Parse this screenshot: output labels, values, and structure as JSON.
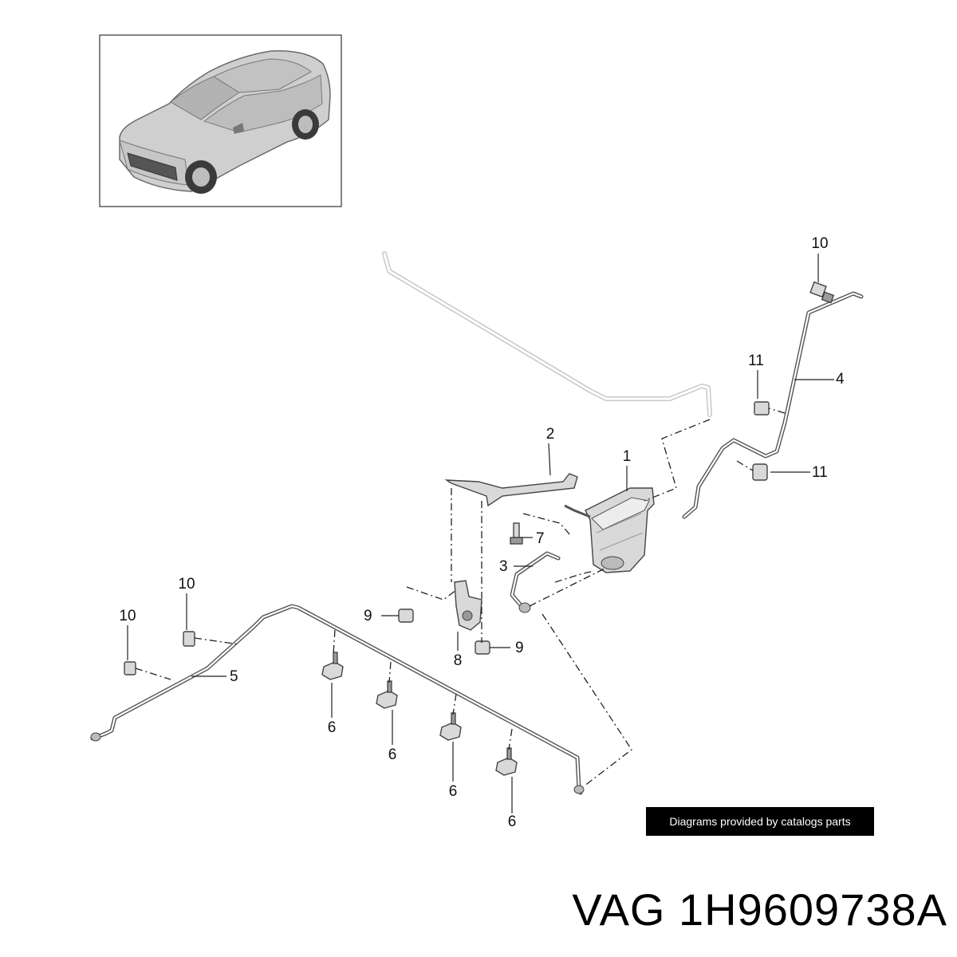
{
  "callouts": {
    "c1": "1",
    "c2": "2",
    "c3": "3",
    "c4": "4",
    "c5": "5",
    "c6a": "6",
    "c6b": "6",
    "c6c": "6",
    "c6d": "6",
    "c7": "7",
    "c8": "8",
    "c9a": "9",
    "c9b": "9",
    "c10a": "10",
    "c10b": "10",
    "c10c": "10",
    "c11a": "11",
    "c11b": "11"
  },
  "credit": "Diagrams provided by catalogs parts",
  "part_number": "VAG 1H9609738A"
}
